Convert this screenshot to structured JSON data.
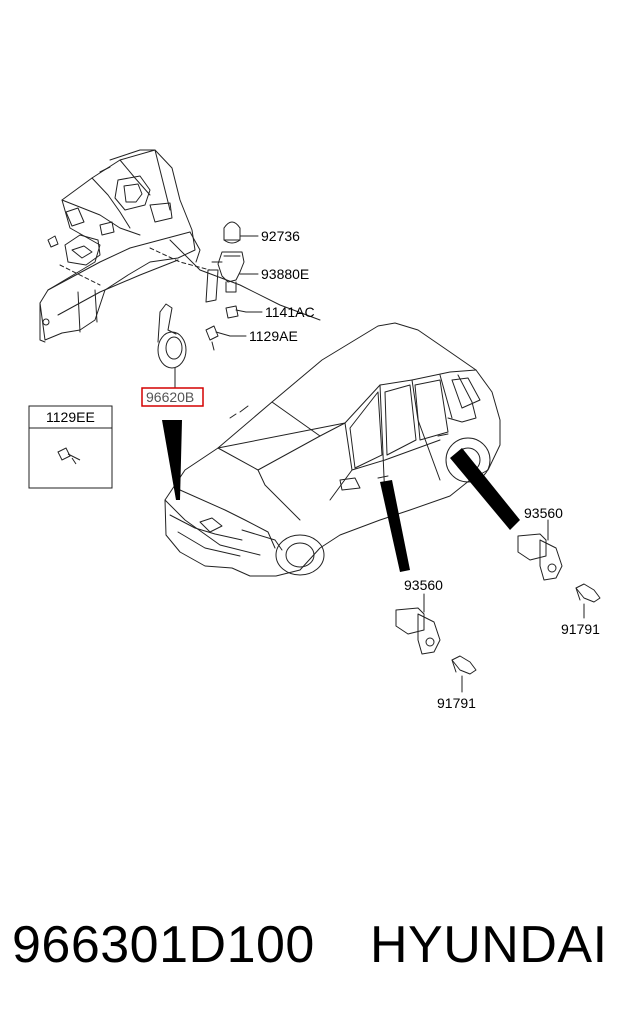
{
  "diagram": {
    "callouts": {
      "c92736": "92736",
      "c93880e": "93880E",
      "c1141ac": "1141AC",
      "c1129ae": "1129AE",
      "c96620b": "96620B",
      "c1129ee": "1129EE",
      "c93560_right": "93560",
      "c91791_right": "91791",
      "c93560_left": "93560",
      "c91791_left": "91791"
    },
    "highlight_color": "#d40000"
  },
  "footer": {
    "part_number": "966301D100",
    "brand": "HYUNDAI"
  }
}
